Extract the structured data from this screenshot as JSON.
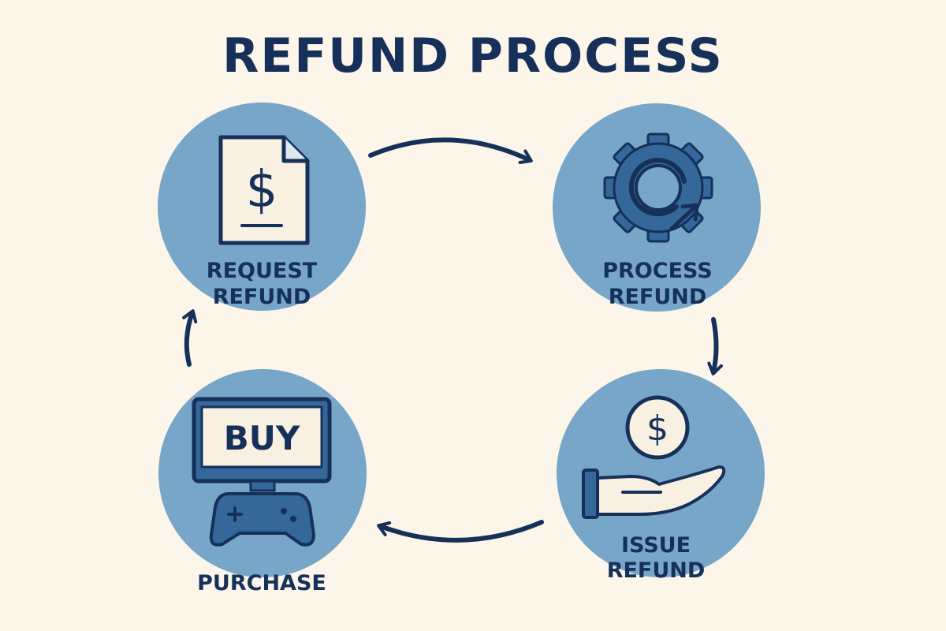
{
  "title": "REFUND PROCESS",
  "colors": {
    "background": "#fbf5ea",
    "circle": "#77a6c9",
    "dark": "#16305a",
    "mid": "#35679a",
    "paper": "#f8f1e2"
  },
  "steps": [
    {
      "id": "request",
      "line1": "REQUEST",
      "line2": "REFUND",
      "icon": "document-dollar-icon"
    },
    {
      "id": "process",
      "line1": "PROCESS",
      "line2": "REFUND",
      "icon": "gear-arrow-icon"
    },
    {
      "id": "issue",
      "line1": "ISSUE",
      "line2": "REFUND",
      "icon": "hand-coin-icon"
    },
    {
      "id": "purchase",
      "line1": "PURCHASE",
      "line2": "",
      "icon": "monitor-gamepad-icon"
    }
  ],
  "icons": {
    "document_symbol": "$",
    "coin_symbol": "$",
    "monitor_text": "BUY"
  }
}
